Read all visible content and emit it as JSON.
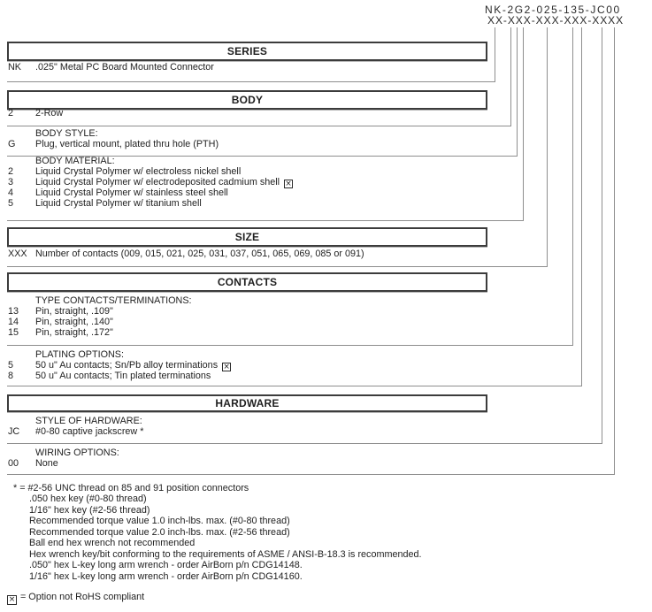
{
  "part_number": {
    "value": "NK-2G2-025-135-JC00",
    "mask": "XX-XXX-XXX-XXX-XXXX"
  },
  "series": {
    "title": "SERIES",
    "rows": [
      {
        "code": "NK",
        "desc": ".025\" Metal PC Board Mounted Connector"
      }
    ]
  },
  "body": {
    "title": "BODY",
    "row": {
      "code": "2",
      "desc": "2-Row"
    },
    "style": {
      "heading": "BODY STYLE:",
      "rows": [
        {
          "code": "G",
          "desc": "Plug, vertical mount, plated thru hole (PTH)"
        }
      ]
    },
    "material": {
      "heading": "BODY MATERIAL:",
      "rows": [
        {
          "code": "2",
          "desc": "Liquid Crystal Polymer w/ electroless nickel shell"
        },
        {
          "code": "3",
          "desc": "Liquid Crystal Polymer w/ electrodeposited cadmium shell",
          "not_rohs": true
        },
        {
          "code": "4",
          "desc": "Liquid Crystal Polymer w/ stainless steel shell"
        },
        {
          "code": "5",
          "desc": "Liquid Crystal Polymer w/ titanium shell"
        }
      ]
    }
  },
  "size": {
    "title": "SIZE",
    "rows": [
      {
        "code": "XXX",
        "desc": "Number of contacts (009, 015, 021, 025, 031, 037, 051, 065, 069, 085 or 091)"
      }
    ]
  },
  "contacts": {
    "title": "CONTACTS",
    "type": {
      "heading": "TYPE CONTACTS/TERMINATIONS:",
      "rows": [
        {
          "code": "13",
          "desc": "Pin, straight, .109\""
        },
        {
          "code": "14",
          "desc": "Pin, straight, .140\""
        },
        {
          "code": "15",
          "desc": "Pin, straight, .172\""
        }
      ]
    },
    "plating": {
      "heading": "PLATING OPTIONS:",
      "rows": [
        {
          "code": "5",
          "desc": "50 u\" Au contacts; Sn/Pb alloy terminations",
          "not_rohs": true
        },
        {
          "code": "8",
          "desc": "50 u\" Au contacts; Tin plated terminations"
        }
      ]
    }
  },
  "hardware": {
    "title": "HARDWARE",
    "style": {
      "heading": "STYLE OF HARDWARE:",
      "rows": [
        {
          "code": "JC",
          "desc": "#0-80 captive jackscrew *"
        }
      ]
    },
    "wiring": {
      "heading": "WIRING OPTIONS:",
      "rows": [
        {
          "code": "00",
          "desc": "None"
        }
      ]
    }
  },
  "footnotes": {
    "lines": [
      "* = #2-56 UNC thread on 85 and 91 position connectors",
      ".050 hex key (#0-80 thread)",
      "1/16\" hex key (#2-56 thread)",
      "Recommended torque value 1.0 inch-lbs. max. (#0-80 thread)",
      "Recommended torque value 2.0 inch-lbs. max. (#2-56 thread)",
      "Ball end hex wrench not recommended",
      "Hex wrench key/bit conforming to the requirements of ASME / ANSI-B-18.3 is recommended.",
      ".050\" hex L-key long arm wrench - order AirBorn p/n CDG14148.",
      "1/16\" hex L-key long arm wrench - order AirBorn p/n CDG14160."
    ]
  },
  "legend": {
    "symbol": "×",
    "text": "= Option not RoHS compliant"
  },
  "colors": {
    "line_gray": "#8e8e8e",
    "box_border": "#3c3c3c",
    "text": "#1f1f1f"
  }
}
